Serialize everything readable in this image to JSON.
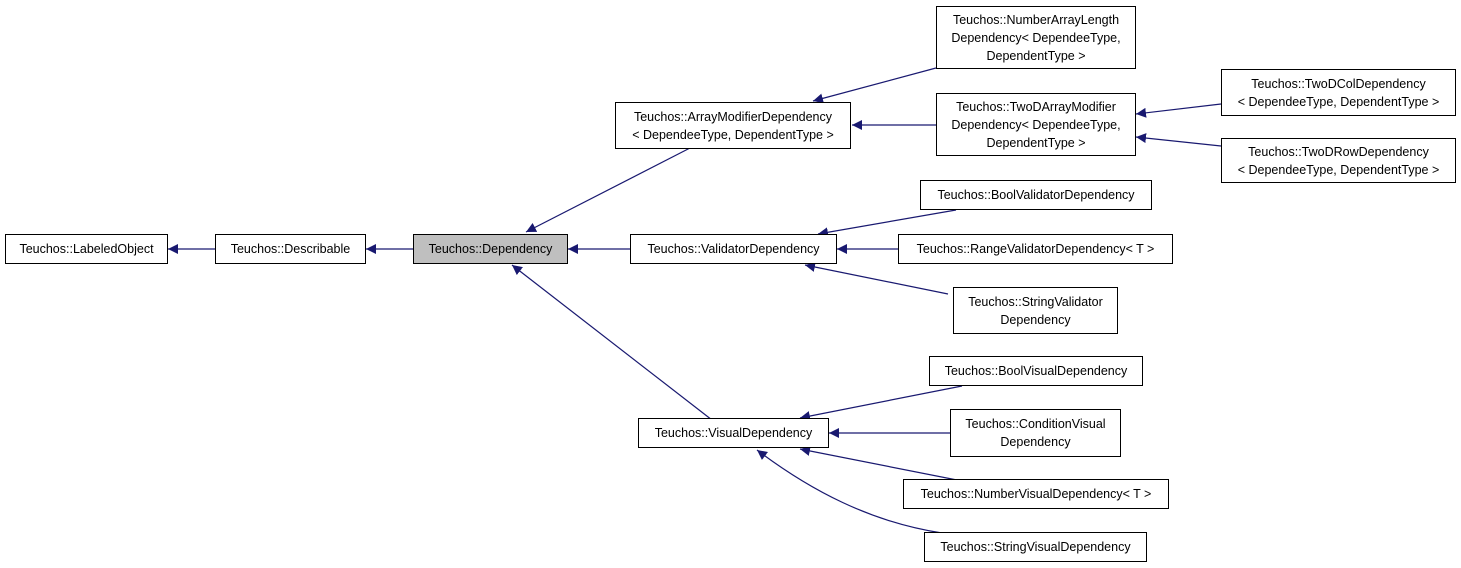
{
  "diagram": {
    "nodes": {
      "labeled_object": {
        "lines": [
          "Teuchos::LabeledObject"
        ]
      },
      "describable": {
        "lines": [
          "Teuchos::Describable"
        ]
      },
      "dependency": {
        "lines": [
          "Teuchos::Dependency"
        ]
      },
      "array_modifier": {
        "lines": [
          "Teuchos::ArrayModifierDependency",
          "< DependeeType, DependentType >"
        ]
      },
      "number_array_length": {
        "lines": [
          "Teuchos::NumberArrayLength",
          "Dependency< DependeeType,",
          "DependentType >"
        ]
      },
      "twod_array_modifier": {
        "lines": [
          "Teuchos::TwoDArrayModifier",
          "Dependency< DependeeType,",
          "DependentType >"
        ]
      },
      "twod_col": {
        "lines": [
          "Teuchos::TwoDColDependency",
          "< DependeeType, DependentType >"
        ]
      },
      "twod_row": {
        "lines": [
          "Teuchos::TwoDRowDependency",
          "< DependeeType, DependentType >"
        ]
      },
      "validator": {
        "lines": [
          "Teuchos::ValidatorDependency"
        ]
      },
      "bool_validator": {
        "lines": [
          "Teuchos::BoolValidatorDependency"
        ]
      },
      "range_validator": {
        "lines": [
          "Teuchos::RangeValidatorDependency< T >"
        ]
      },
      "string_validator": {
        "lines": [
          "Teuchos::StringValidator",
          "Dependency"
        ]
      },
      "visual": {
        "lines": [
          "Teuchos::VisualDependency"
        ]
      },
      "bool_visual": {
        "lines": [
          "Teuchos::BoolVisualDependency"
        ]
      },
      "condition_visual": {
        "lines": [
          "Teuchos::ConditionVisual",
          "Dependency"
        ]
      },
      "number_visual": {
        "lines": [
          "Teuchos::NumberVisualDependency< T >"
        ]
      },
      "string_visual": {
        "lines": [
          "Teuchos::StringVisualDependency"
        ]
      }
    },
    "colors": {
      "edge": "#191970",
      "node_border": "#000000",
      "current_fill": "#bfbfbf",
      "node_fill": "#ffffff"
    }
  }
}
